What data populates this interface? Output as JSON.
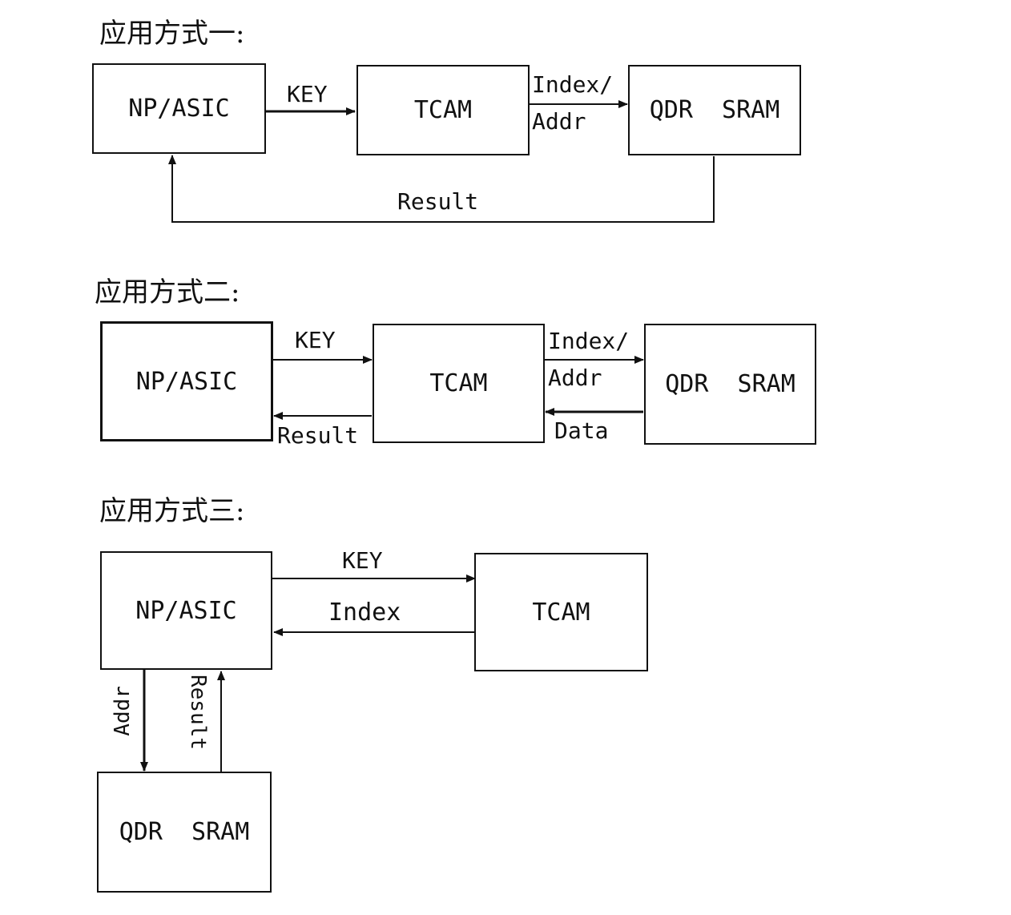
{
  "mode1": {
    "heading": "应用方式一:",
    "np_asic": "NP/ASIC",
    "tcam": "TCAM",
    "sram": "QDR  SRAM",
    "key": "KEY",
    "index": "Index/",
    "addr": "Addr",
    "result": "Result"
  },
  "mode2": {
    "heading": "应用方式二:",
    "np_asic": "NP/ASIC",
    "tcam": "TCAM",
    "sram": "QDR  SRAM",
    "key": "KEY",
    "index": "Index/",
    "addr": "Addr",
    "result": "Result",
    "data": "Data"
  },
  "mode3": {
    "heading": "应用方式三:",
    "np_asic": "NP/ASIC",
    "tcam": "TCAM",
    "sram": "QDR  SRAM",
    "key": "KEY",
    "index": "Index",
    "addr": "Addr",
    "result": "Result"
  }
}
